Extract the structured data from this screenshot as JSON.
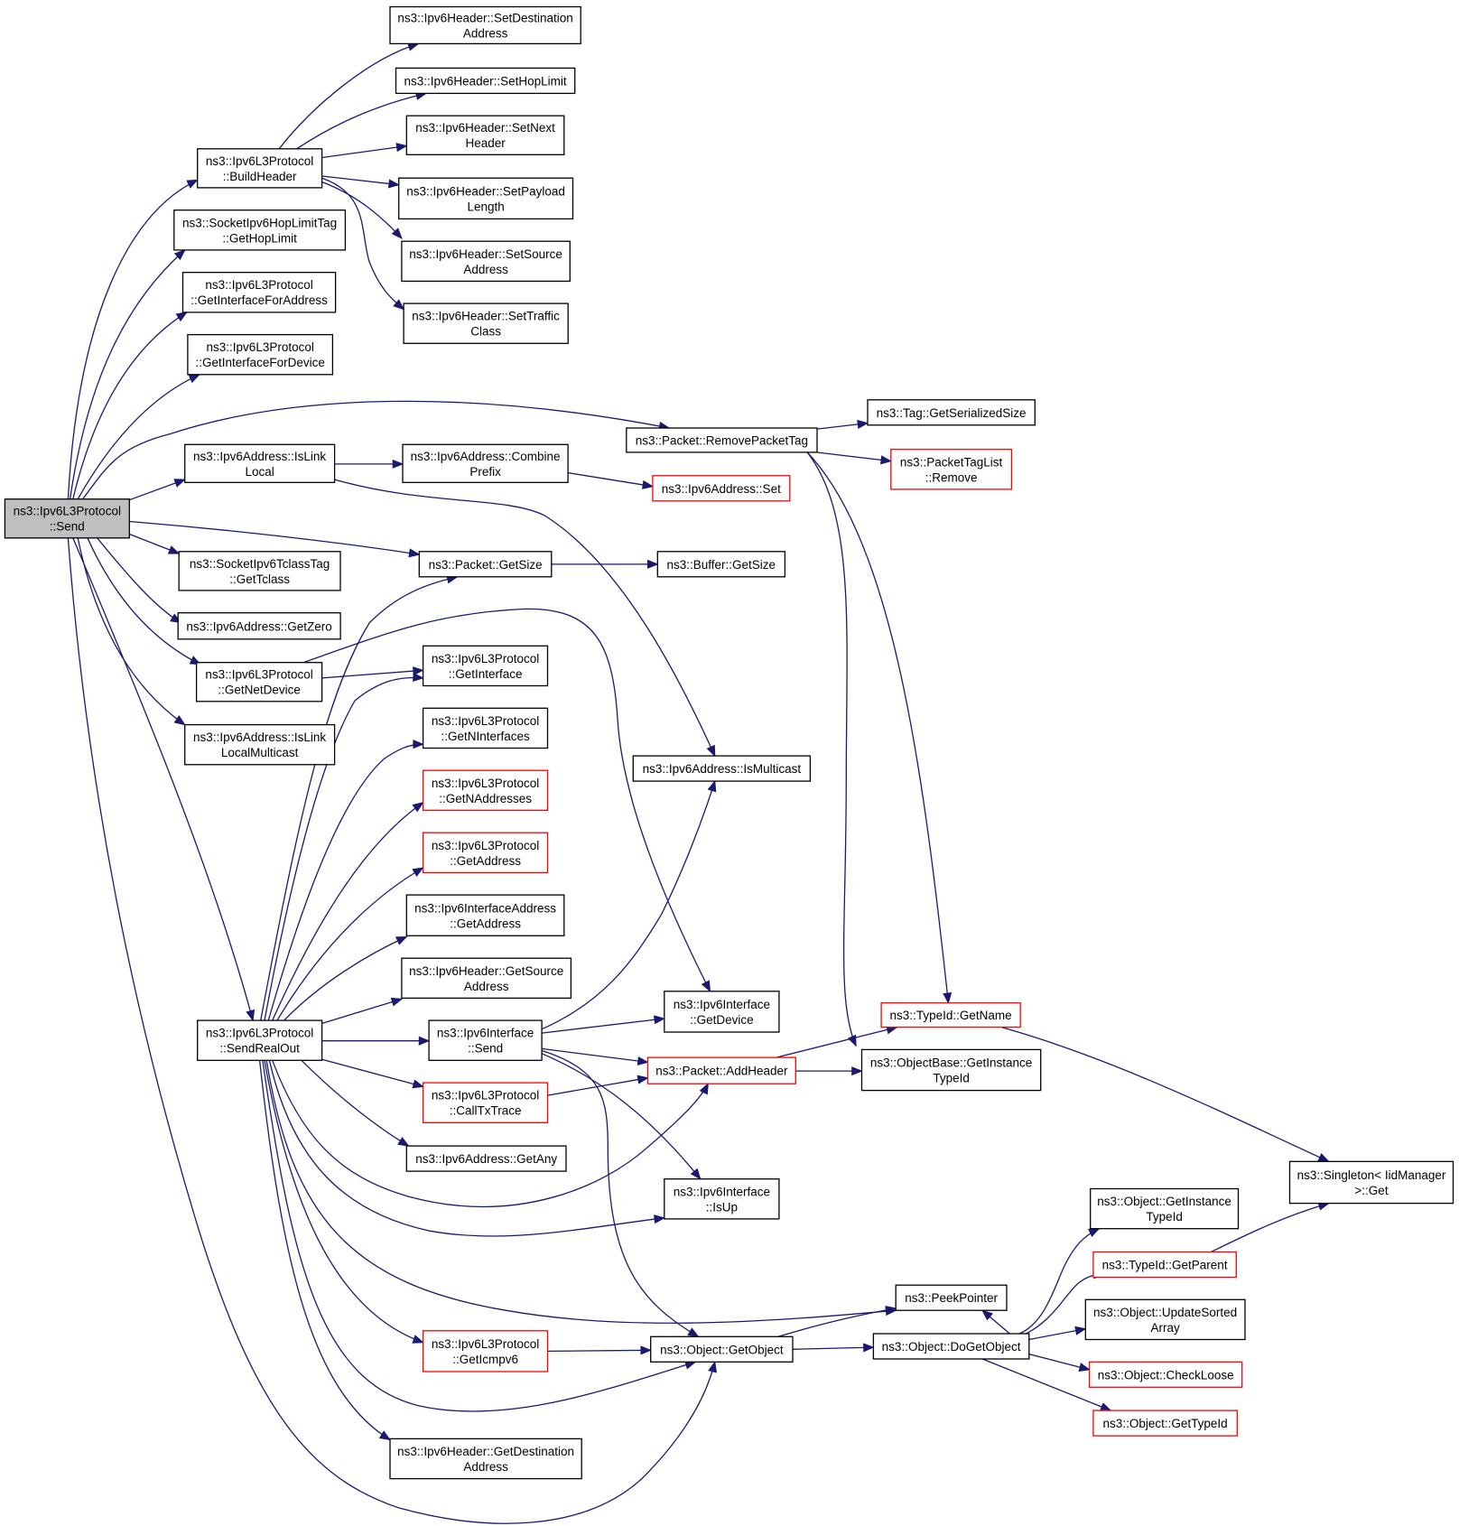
{
  "nodes": [
    {
      "id": "send",
      "lines": [
        "ns3::Ipv6L3Protocol",
        "::Send"
      ],
      "style": "root"
    },
    {
      "id": "buildHeader",
      "lines": [
        "ns3::Ipv6L3Protocol",
        "::BuildHeader"
      ],
      "style": "normal"
    },
    {
      "id": "setDestAddr",
      "lines": [
        "ns3::Ipv6Header::SetDestination",
        "Address"
      ],
      "style": "normal"
    },
    {
      "id": "setHopLimit",
      "lines": [
        "ns3::Ipv6Header::SetHopLimit"
      ],
      "style": "normal"
    },
    {
      "id": "setNextHeader",
      "lines": [
        "ns3::Ipv6Header::SetNext",
        "Header"
      ],
      "style": "normal"
    },
    {
      "id": "setPayloadLen",
      "lines": [
        "ns3::Ipv6Header::SetPayload",
        "Length"
      ],
      "style": "normal"
    },
    {
      "id": "setSourceAddr",
      "lines": [
        "ns3::Ipv6Header::SetSource",
        "Address"
      ],
      "style": "normal"
    },
    {
      "id": "setTrafficClass",
      "lines": [
        "ns3::Ipv6Header::SetTraffic",
        "Class"
      ],
      "style": "normal"
    },
    {
      "id": "getHopLimitTag",
      "lines": [
        "ns3::SocketIpv6HopLimitTag",
        "::GetHopLimit"
      ],
      "style": "normal"
    },
    {
      "id": "getIfForAddr",
      "lines": [
        "ns3::Ipv6L3Protocol",
        "::GetInterfaceForAddress"
      ],
      "style": "normal"
    },
    {
      "id": "getIfForDev",
      "lines": [
        "ns3::Ipv6L3Protocol",
        "::GetInterfaceForDevice"
      ],
      "style": "normal"
    },
    {
      "id": "isLinkLocal",
      "lines": [
        "ns3::Ipv6Address::IsLink",
        "Local"
      ],
      "style": "normal"
    },
    {
      "id": "combinePrefix",
      "lines": [
        "ns3::Ipv6Address::Combine",
        "Prefix"
      ],
      "style": "normal"
    },
    {
      "id": "addrSet",
      "lines": [
        "ns3::Ipv6Address::Set"
      ],
      "style": "red"
    },
    {
      "id": "removePacketTag",
      "lines": [
        "ns3::Packet::RemovePacketTag"
      ],
      "style": "normal"
    },
    {
      "id": "tagSerSize",
      "lines": [
        "ns3::Tag::GetSerializedSize"
      ],
      "style": "normal"
    },
    {
      "id": "ptlRemove",
      "lines": [
        "ns3::PacketTagList",
        "::Remove"
      ],
      "style": "red"
    },
    {
      "id": "pktGetSize",
      "lines": [
        "ns3::Packet::GetSize"
      ],
      "style": "normal"
    },
    {
      "id": "bufGetSize",
      "lines": [
        "ns3::Buffer::GetSize"
      ],
      "style": "normal"
    },
    {
      "id": "getTclass",
      "lines": [
        "ns3::SocketIpv6TclassTag",
        "::GetTclass"
      ],
      "style": "normal"
    },
    {
      "id": "getZero",
      "lines": [
        "ns3::Ipv6Address::GetZero"
      ],
      "style": "normal"
    },
    {
      "id": "getNetDevice",
      "lines": [
        "ns3::Ipv6L3Protocol",
        "::GetNetDevice"
      ],
      "style": "normal"
    },
    {
      "id": "getInterface",
      "lines": [
        "ns3::Ipv6L3Protocol",
        "::GetInterface"
      ],
      "style": "normal"
    },
    {
      "id": "isLinkLocalMc",
      "lines": [
        "ns3::Ipv6Address::IsLink",
        "LocalMulticast"
      ],
      "style": "normal"
    },
    {
      "id": "getNInterfaces",
      "lines": [
        "ns3::Ipv6L3Protocol",
        "::GetNInterfaces"
      ],
      "style": "normal"
    },
    {
      "id": "isMulticast",
      "lines": [
        "ns3::Ipv6Address::IsMulticast"
      ],
      "style": "normal"
    },
    {
      "id": "getNAddresses",
      "lines": [
        "ns3::Ipv6L3Protocol",
        "::GetNAddresses"
      ],
      "style": "red"
    },
    {
      "id": "getAddress",
      "lines": [
        "ns3::Ipv6L3Protocol",
        "::GetAddress"
      ],
      "style": "red"
    },
    {
      "id": "ifAddrGetAddress",
      "lines": [
        "ns3::Ipv6InterfaceAddress",
        "::GetAddress"
      ],
      "style": "normal"
    },
    {
      "id": "getSourceAddr",
      "lines": [
        "ns3::Ipv6Header::GetSource",
        "Address"
      ],
      "style": "normal"
    },
    {
      "id": "sendRealOut",
      "lines": [
        "ns3::Ipv6L3Protocol",
        "::SendRealOut"
      ],
      "style": "normal"
    },
    {
      "id": "ifGetDevice",
      "lines": [
        "ns3::Ipv6Interface",
        "::GetDevice"
      ],
      "style": "normal"
    },
    {
      "id": "ifSend",
      "lines": [
        "ns3::Ipv6Interface",
        "::Send"
      ],
      "style": "normal"
    },
    {
      "id": "typeIdGetName",
      "lines": [
        "ns3::TypeId::GetName"
      ],
      "style": "red"
    },
    {
      "id": "addHeader",
      "lines": [
        "ns3::Packet::AddHeader"
      ],
      "style": "red"
    },
    {
      "id": "objBaseGetInstTypeId",
      "lines": [
        "ns3::ObjectBase::GetInstance",
        "TypeId"
      ],
      "style": "normal"
    },
    {
      "id": "callTxTrace",
      "lines": [
        "ns3::Ipv6L3Protocol",
        "::CallTxTrace"
      ],
      "style": "red"
    },
    {
      "id": "getAny",
      "lines": [
        "ns3::Ipv6Address::GetAny"
      ],
      "style": "normal"
    },
    {
      "id": "singletonGet",
      "lines": [
        "ns3::Singleton< IidManager",
        " >::Get"
      ],
      "style": "normal"
    },
    {
      "id": "ifIsUp",
      "lines": [
        "ns3::Ipv6Interface",
        "::IsUp"
      ],
      "style": "normal"
    },
    {
      "id": "objGetInstTypeId",
      "lines": [
        "ns3::Object::GetInstance",
        "TypeId"
      ],
      "style": "normal"
    },
    {
      "id": "typeIdGetParent",
      "lines": [
        "ns3::TypeId::GetParent"
      ],
      "style": "red"
    },
    {
      "id": "peekPointer",
      "lines": [
        "ns3::PeekPointer"
      ],
      "style": "normal"
    },
    {
      "id": "updateSortedArray",
      "lines": [
        "ns3::Object::UpdateSorted",
        "Array"
      ],
      "style": "normal"
    },
    {
      "id": "getIcmpv6",
      "lines": [
        "ns3::Ipv6L3Protocol",
        "::GetIcmpv6"
      ],
      "style": "red"
    },
    {
      "id": "objGetObject",
      "lines": [
        "ns3::Object::GetObject"
      ],
      "style": "normal"
    },
    {
      "id": "doGetObject",
      "lines": [
        "ns3::Object::DoGetObject"
      ],
      "style": "normal"
    },
    {
      "id": "checkLoose",
      "lines": [
        "ns3::Object::CheckLoose"
      ],
      "style": "red"
    },
    {
      "id": "objGetTypeId",
      "lines": [
        "ns3::Object::GetTypeId"
      ],
      "style": "red"
    },
    {
      "id": "getDestAddr",
      "lines": [
        "ns3::Ipv6Header::GetDestination",
        "Address"
      ],
      "style": "normal"
    }
  ],
  "edges": [
    [
      "send",
      "buildHeader"
    ],
    [
      "send",
      "getHopLimitTag"
    ],
    [
      "send",
      "getIfForAddr"
    ],
    [
      "send",
      "getIfForDev"
    ],
    [
      "send",
      "removePacketTag"
    ],
    [
      "send",
      "isLinkLocal"
    ],
    [
      "send",
      "pktGetSize"
    ],
    [
      "send",
      "getTclass"
    ],
    [
      "send",
      "getZero"
    ],
    [
      "send",
      "getNetDevice"
    ],
    [
      "send",
      "isLinkLocalMc"
    ],
    [
      "send",
      "sendRealOut"
    ],
    [
      "send",
      "objGetObject"
    ],
    [
      "buildHeader",
      "setDestAddr"
    ],
    [
      "buildHeader",
      "setHopLimit"
    ],
    [
      "buildHeader",
      "setNextHeader"
    ],
    [
      "buildHeader",
      "setPayloadLen"
    ],
    [
      "buildHeader",
      "setSourceAddr"
    ],
    [
      "buildHeader",
      "setTrafficClass"
    ],
    [
      "isLinkLocal",
      "combinePrefix"
    ],
    [
      "isLinkLocal",
      "isMulticast"
    ],
    [
      "combinePrefix",
      "addrSet"
    ],
    [
      "removePacketTag",
      "tagSerSize"
    ],
    [
      "removePacketTag",
      "ptlRemove"
    ],
    [
      "removePacketTag",
      "typeIdGetName"
    ],
    [
      "removePacketTag",
      "objBaseGetInstTypeId"
    ],
    [
      "pktGetSize",
      "bufGetSize"
    ],
    [
      "getNetDevice",
      "getInterface"
    ],
    [
      "getNetDevice",
      "ifGetDevice"
    ],
    [
      "sendRealOut",
      "pktGetSize"
    ],
    [
      "sendRealOut",
      "getInterface"
    ],
    [
      "sendRealOut",
      "getNInterfaces"
    ],
    [
      "sendRealOut",
      "getNAddresses"
    ],
    [
      "sendRealOut",
      "getAddress"
    ],
    [
      "sendRealOut",
      "ifAddrGetAddress"
    ],
    [
      "sendRealOut",
      "getSourceAddr"
    ],
    [
      "sendRealOut",
      "ifSend"
    ],
    [
      "sendRealOut",
      "callTxTrace"
    ],
    [
      "sendRealOut",
      "getAny"
    ],
    [
      "sendRealOut",
      "addHeader"
    ],
    [
      "sendRealOut",
      "ifIsUp"
    ],
    [
      "sendRealOut",
      "peekPointer"
    ],
    [
      "sendRealOut",
      "getIcmpv6"
    ],
    [
      "sendRealOut",
      "objGetObject"
    ],
    [
      "sendRealOut",
      "getDestAddr"
    ],
    [
      "ifSend",
      "isMulticast"
    ],
    [
      "ifSend",
      "ifGetDevice"
    ],
    [
      "ifSend",
      "addHeader"
    ],
    [
      "ifSend",
      "ifIsUp"
    ],
    [
      "ifSend",
      "objGetObject"
    ],
    [
      "callTxTrace",
      "addHeader"
    ],
    [
      "addHeader",
      "typeIdGetName"
    ],
    [
      "addHeader",
      "objBaseGetInstTypeId"
    ],
    [
      "typeIdGetName",
      "singletonGet"
    ],
    [
      "typeIdGetParent",
      "singletonGet"
    ],
    [
      "getIcmpv6",
      "objGetObject"
    ],
    [
      "objGetObject",
      "peekPointer"
    ],
    [
      "objGetObject",
      "doGetObject"
    ],
    [
      "doGetObject",
      "objGetInstTypeId"
    ],
    [
      "doGetObject",
      "typeIdGetParent"
    ],
    [
      "doGetObject",
      "peekPointer"
    ],
    [
      "doGetObject",
      "updateSortedArray"
    ],
    [
      "doGetObject",
      "checkLoose"
    ],
    [
      "doGetObject",
      "objGetTypeId"
    ]
  ],
  "colors": {
    "edge": "#191970",
    "root_fill": "#bfbfbf",
    "normal_border": "#000000",
    "red_border": "#ff0000"
  }
}
